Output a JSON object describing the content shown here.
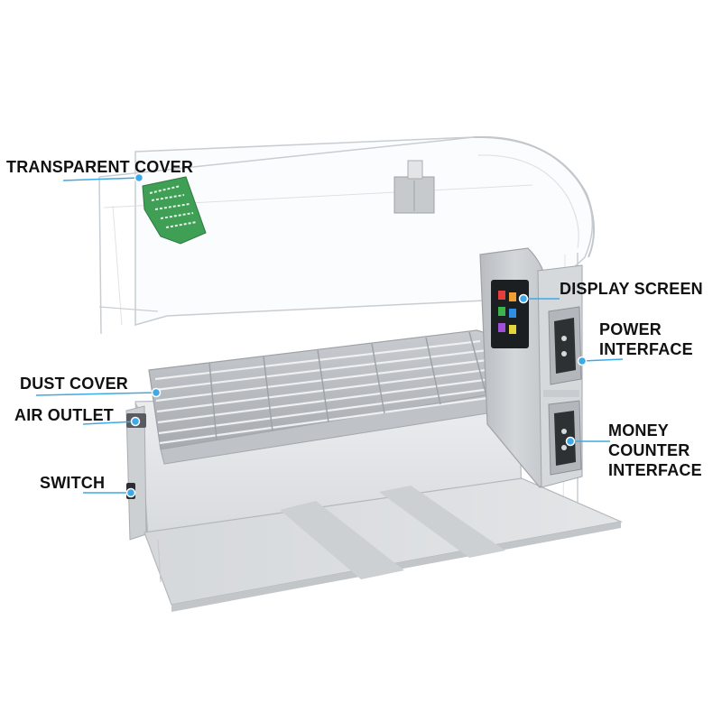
{
  "labels": {
    "transparent_cover": "TRANSPARENT COVER",
    "display_screen": "DISPLAY SCREEN",
    "power_interface": [
      "POWER",
      "INTERFACE"
    ],
    "dust_cover": "DUST COVER",
    "air_outlet": "AIR OUTLET",
    "money_counter_interface": [
      "MONEY",
      "COUNTER",
      "INTERFACE"
    ],
    "switch": "SWITCH"
  },
  "colors": {
    "leader_line": "#3fa9e6",
    "label_text": "#111111",
    "device_body": "#d9dcdf",
    "acrylic_edge": "#c8cdd2"
  }
}
